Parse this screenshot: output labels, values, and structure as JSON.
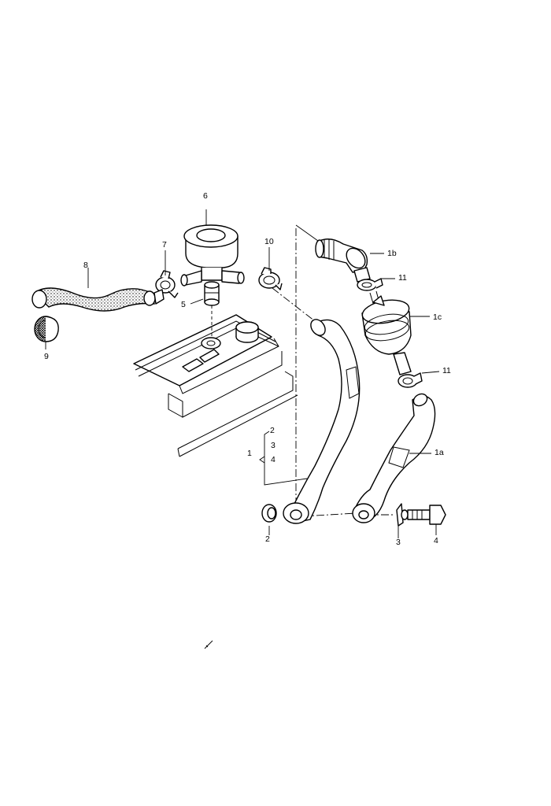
{
  "diagram": {
    "callouts": {
      "c6": "6",
      "c7": "7",
      "c8": "8",
      "c9": "9",
      "c10": "10",
      "c5": "5",
      "c1b": "1b",
      "c11a": "11",
      "c1c": "1c",
      "c11b": "11",
      "c1a": "1a",
      "c1": "1",
      "c2top": "2",
      "c3top": "3",
      "c4top": "4",
      "c2": "2",
      "c3": "3",
      "c4": "4"
    }
  }
}
